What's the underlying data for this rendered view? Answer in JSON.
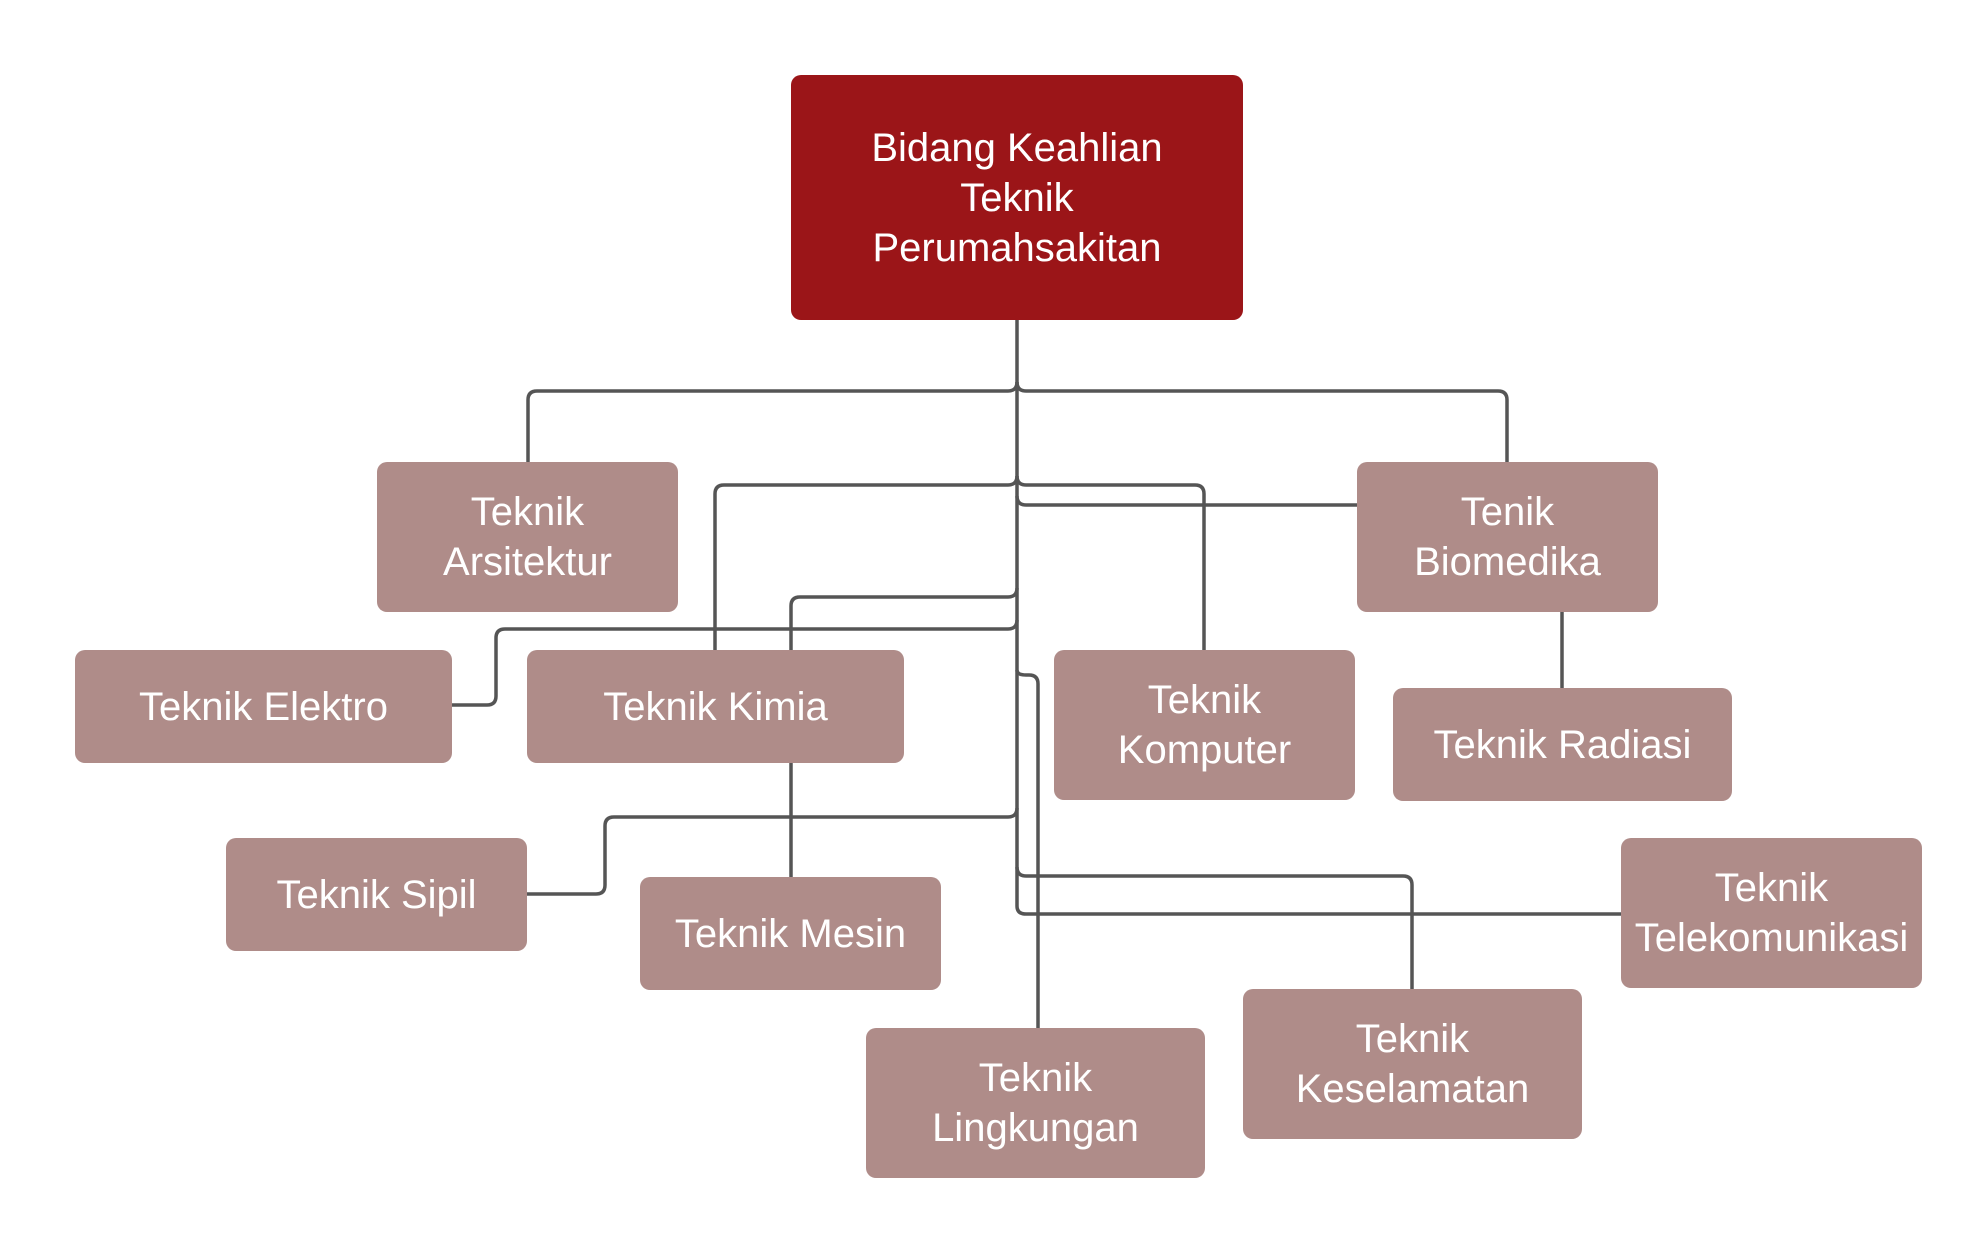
{
  "diagram": {
    "root": {
      "id": "root",
      "label": "Bidang Keahlian\nTeknik\nPerumahsakitan"
    },
    "nodes": [
      {
        "id": "arsitektur",
        "label": "Teknik\nArsitektur"
      },
      {
        "id": "biomedika",
        "label": "Tenik\nBiomedika"
      },
      {
        "id": "elektro",
        "label": "Teknik Elektro"
      },
      {
        "id": "kimia",
        "label": "Teknik Kimia"
      },
      {
        "id": "komputer",
        "label": "Teknik\nKomputer"
      },
      {
        "id": "radiasi",
        "label": "Teknik Radiasi"
      },
      {
        "id": "sipil",
        "label": "Teknik Sipil"
      },
      {
        "id": "mesin",
        "label": "Teknik Mesin"
      },
      {
        "id": "telekomunikasi",
        "label": "Teknik\nTelekomunikasi"
      },
      {
        "id": "lingkungan",
        "label": "Teknik\nLingkungan"
      },
      {
        "id": "keselamatan",
        "label": "Teknik\nKeselamatan"
      }
    ],
    "colors": {
      "root_fill": "#9b1518",
      "node_fill": "#af8c89",
      "text": "#ffffff",
      "connector": "#555555"
    }
  }
}
